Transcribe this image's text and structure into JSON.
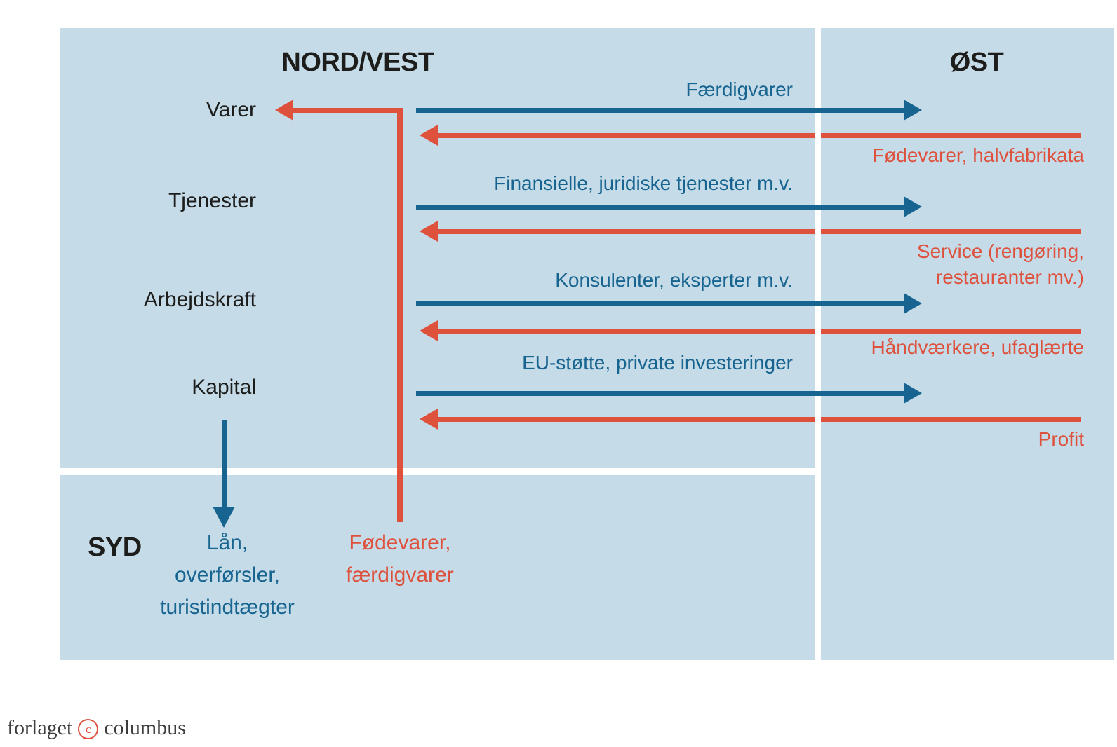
{
  "regions": {
    "northwest": "NORD/VEST",
    "east": "ØST"
  },
  "south": {
    "label": "SYD",
    "from_northwest": [
      "Lån,",
      "overførsler,",
      "turistindtægter"
    ],
    "to_northwest": [
      "Fødevarer,",
      "færdigvarer"
    ]
  },
  "flows": [
    {
      "category": "Varer",
      "to_east": "Færdigvarer",
      "to_west": "Fødevarer, halvfabrikata"
    },
    {
      "category": "Tjenester",
      "to_east": "Finansielle, juridiske tjenester m.v.",
      "to_west": [
        "Service (rengøring,",
        "restauranter mv.)"
      ]
    },
    {
      "category": "Arbejdskraft",
      "to_east": "Konsulenter, eksperter m.v.",
      "to_west": "Håndværkere, ufaglærte"
    },
    {
      "category": "Kapital",
      "to_east": "EU-støtte, private investeringer",
      "to_west": "Profit"
    }
  ],
  "footer": {
    "publisher_left": "forlaget",
    "copyright_letter": "c",
    "publisher_right": "columbus"
  },
  "colors": {
    "panel": "#c6dbe8",
    "blue": "#16648f",
    "red": "#dd513d",
    "ink": "#1d1d1b"
  }
}
